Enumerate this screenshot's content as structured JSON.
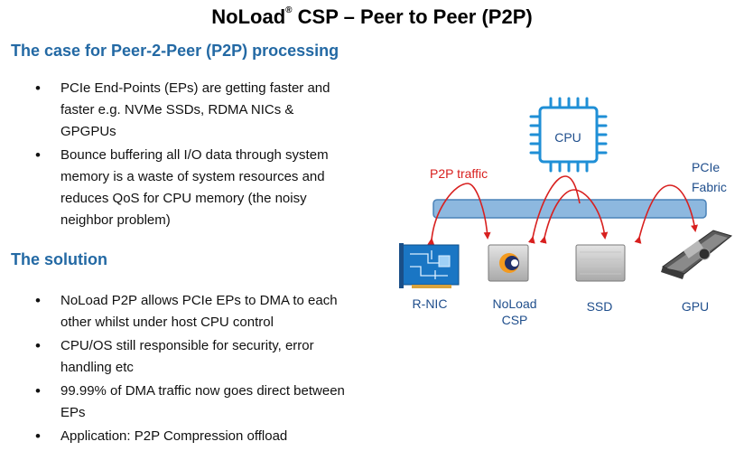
{
  "slide": {
    "title": "NoLoad",
    "title_mark": "®",
    "title_rest": " CSP – Peer to Peer (P2P)"
  },
  "case": {
    "heading": "The case for Peer-2-Peer (P2P) processing",
    "bullets": [
      "PCIe End-Points (EPs) are getting faster and faster e.g. NVMe SSDs, RDMA NICs & GPGPUs",
      "Bounce buffering all I/O data through system memory is a waste of system resources and reduces QoS for CPU memory (the noisy neighbor problem)"
    ]
  },
  "solution": {
    "heading": "The solution",
    "bullets": [
      "NoLoad P2P allows PCIe EPs to DMA to each other whilst under host CPU control",
      "CPU/OS still responsible for security, error handling etc",
      "99.99% of DMA traffic now goes direct between EPs",
      "Application: P2P Compression offload"
    ]
  },
  "diagram": {
    "cpu_label": "CPU",
    "p2p_label": "P2P traffic",
    "fabric_label_1": "PCIe",
    "fabric_label_2": "Fabric",
    "devices": {
      "rnic": "R-NIC",
      "noload_1": "NoLoad",
      "noload_2": "CSP",
      "ssd": "SSD",
      "gpu": "GPU"
    },
    "colors": {
      "chip": "#1f8fd6",
      "fabric_fill": "#8db8df",
      "fabric_stroke": "#4a82b8",
      "arrow": "#d8201f",
      "label_blue": "#1f4e8c"
    }
  }
}
